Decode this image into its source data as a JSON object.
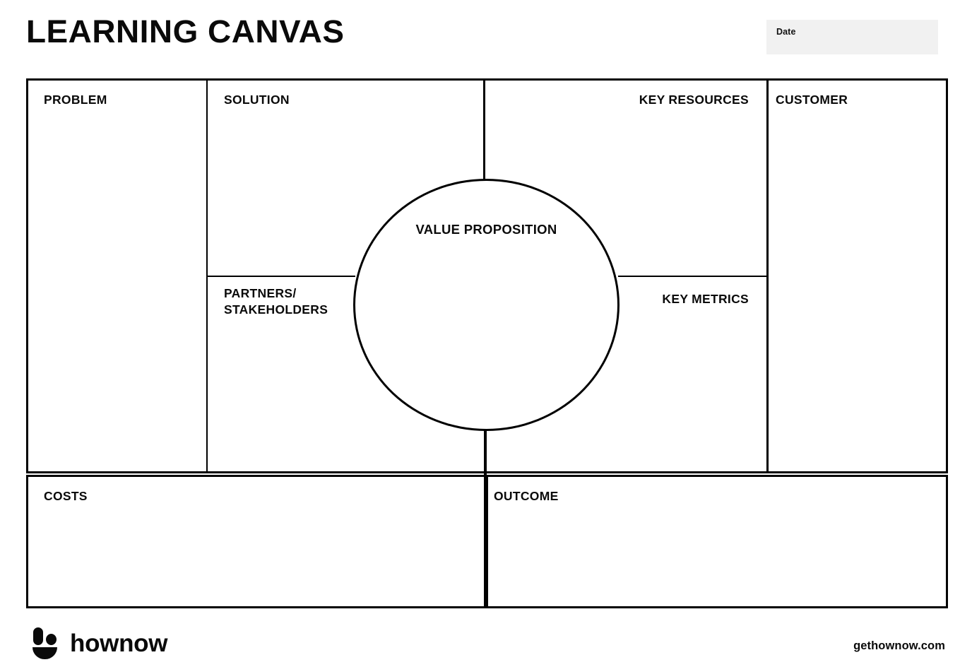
{
  "header": {
    "title": "LEARNING CANVAS",
    "date_field": {
      "label": "Date",
      "value": "",
      "placeholder": "",
      "background": "#f1f1f1"
    }
  },
  "canvas": {
    "sections": [
      {
        "key": "problem",
        "label": "PROBLEM",
        "content": ""
      },
      {
        "key": "solution",
        "label": "SOLUTION",
        "content": ""
      },
      {
        "key": "key_resources",
        "label": "KEY RESOURCES",
        "content": ""
      },
      {
        "key": "customer",
        "label": "CUSTOMER",
        "content": ""
      },
      {
        "key": "partners",
        "label": "PARTNERS/\nSTAKEHOLDERS",
        "content": ""
      },
      {
        "key": "key_metrics",
        "label": "KEY METRICS",
        "content": ""
      },
      {
        "key": "value_prop",
        "label": "VALUE PROPOSITION",
        "content": ""
      },
      {
        "key": "costs",
        "label": "COSTS",
        "content": ""
      },
      {
        "key": "outcome",
        "label": "OUTCOME",
        "content": ""
      }
    ]
  },
  "footer": {
    "brand": "hownow",
    "url": "gethownow.com",
    "logo_icon": "hownow-mark-icon"
  },
  "style": {
    "line_color": "#000000",
    "text_color": "#0a0a0a",
    "page_background": "#ffffff"
  }
}
